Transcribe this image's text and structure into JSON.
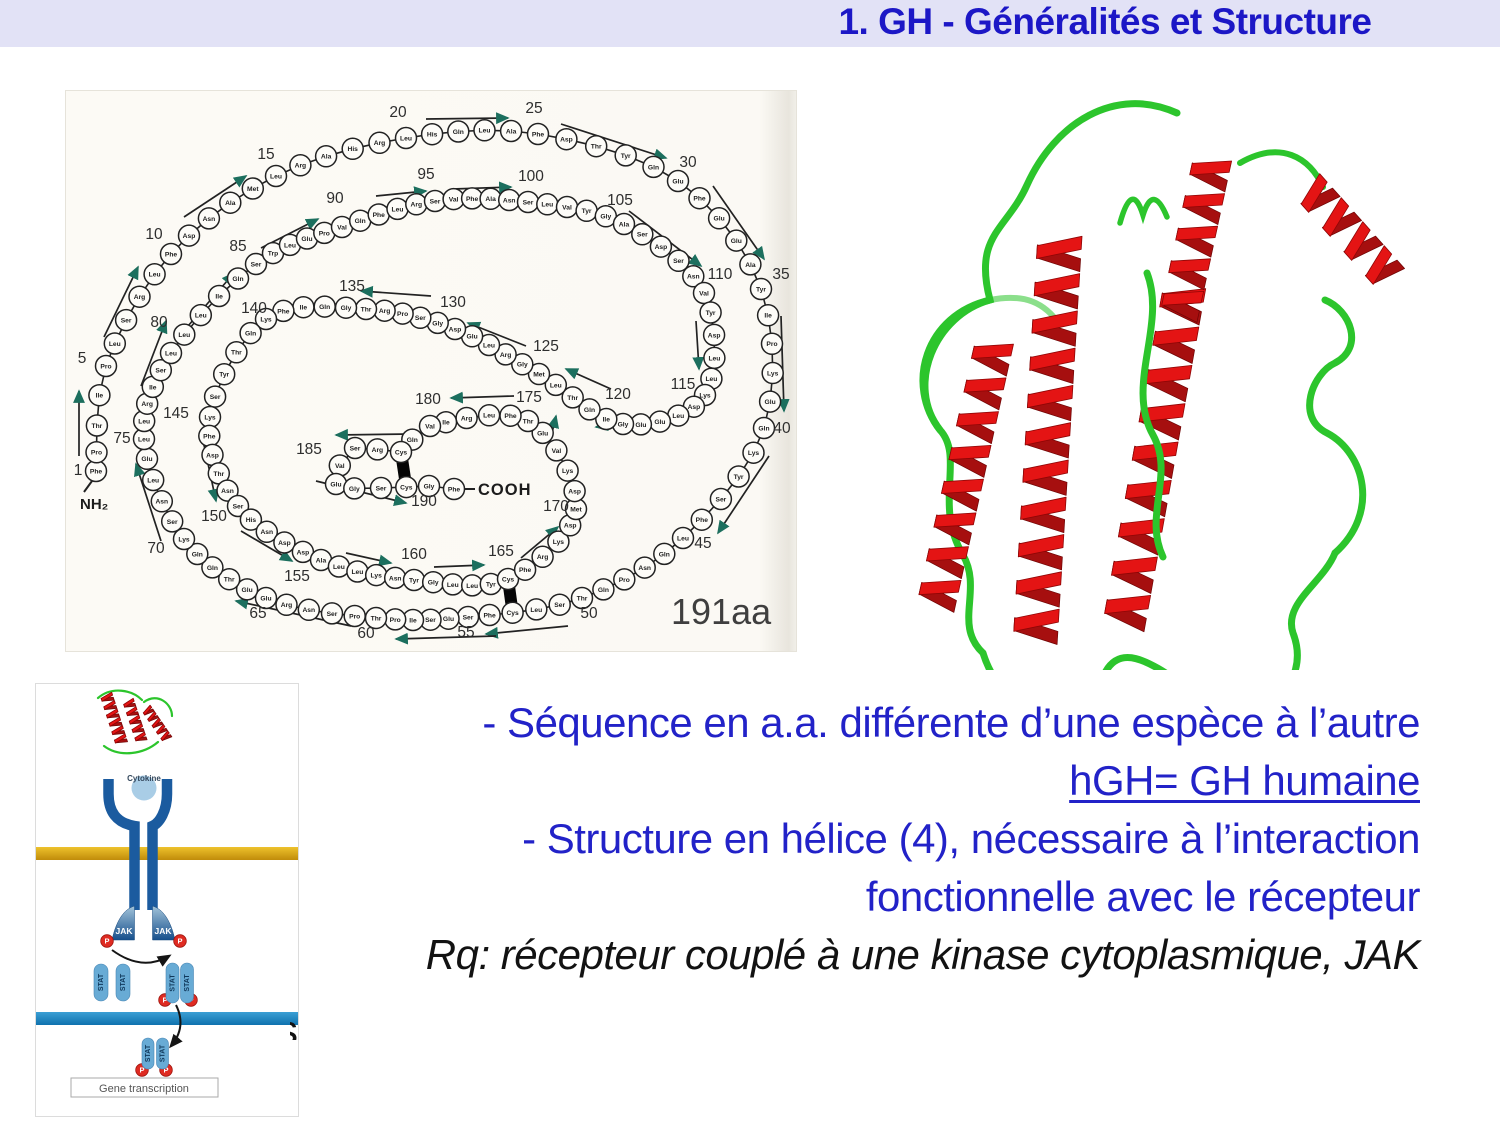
{
  "header": {
    "title": "1. GH - Généralités et Structure",
    "bg_color": "#e2e2f6",
    "text_color": "#1c17c6"
  },
  "sequence_diagram": {
    "count_label": "191aa",
    "n_terminus": "NH₂",
    "c_terminus": "COOH",
    "number_label_interval": 5,
    "sequence_one_letter": "FPTIPLSRLFDNAMLRAHRLHQLAFDTYQEFEEAYIPKEQKYSFLQNPQTSLCFSESIPTPSNREETQQKSNLELLRISLLLIQSWLEPVQFLRSVFANSLVYGASDSNVYDLLKDLEEGIQTLMGRLEDGSPRTGQIFKQTYSKFDTNSHNDDALLKNYGLLYCFRKDMDKVETFLRIVQCRSVEGSCGF",
    "aa_codes": {
      "A": "Ala",
      "C": "Cys",
      "D": "Asp",
      "E": "Glu",
      "F": "Phe",
      "G": "Gly",
      "H": "His",
      "I": "Ile",
      "K": "Lys",
      "L": "Leu",
      "M": "Met",
      "N": "Asn",
      "P": "Pro",
      "Q": "Gln",
      "R": "Arg",
      "S": "Ser",
      "T": "Thr",
      "V": "Val",
      "W": "Trp",
      "Y": "Tyr"
    },
    "disulfide_pairs": [
      [
        53,
        165
      ],
      [
        182,
        189
      ]
    ],
    "arrow_color": "#1c6f5e",
    "ink_color": "#222222"
  },
  "protein_structure": {
    "helix_color": "#e41414",
    "helix_shadow_color": "#a60f0f",
    "loop_color": "#2cc52c"
  },
  "pathway_diagram": {
    "cytokine_label": "Cytokine",
    "jak_label": "JAK",
    "stat_label": "STAT",
    "phospho_label": "P",
    "gene_box_label": "Gene transcription",
    "receptor_color": "#1b5b9f",
    "membrane_color": "#d7a312",
    "nuclear_membrane_color": "#1b84c4",
    "stat_pill_color": "#68abd5",
    "phospho_color": "#df2b22"
  },
  "fragment": {
    "text": "s"
  },
  "text_block": {
    "line1": "- Séquence en a.a. différente d’une espèce à l’autre",
    "line2": "hGH= GH humaine",
    "line3": "- Structure en hélice (4), nécessaire à l’interaction",
    "line4": "fonctionnelle avec le récepteur",
    "line5": "Rq: récepteur couplé à une kinase cytoplasmique, JAK",
    "text_color": "#2222c8",
    "remark_color": "#121212"
  }
}
